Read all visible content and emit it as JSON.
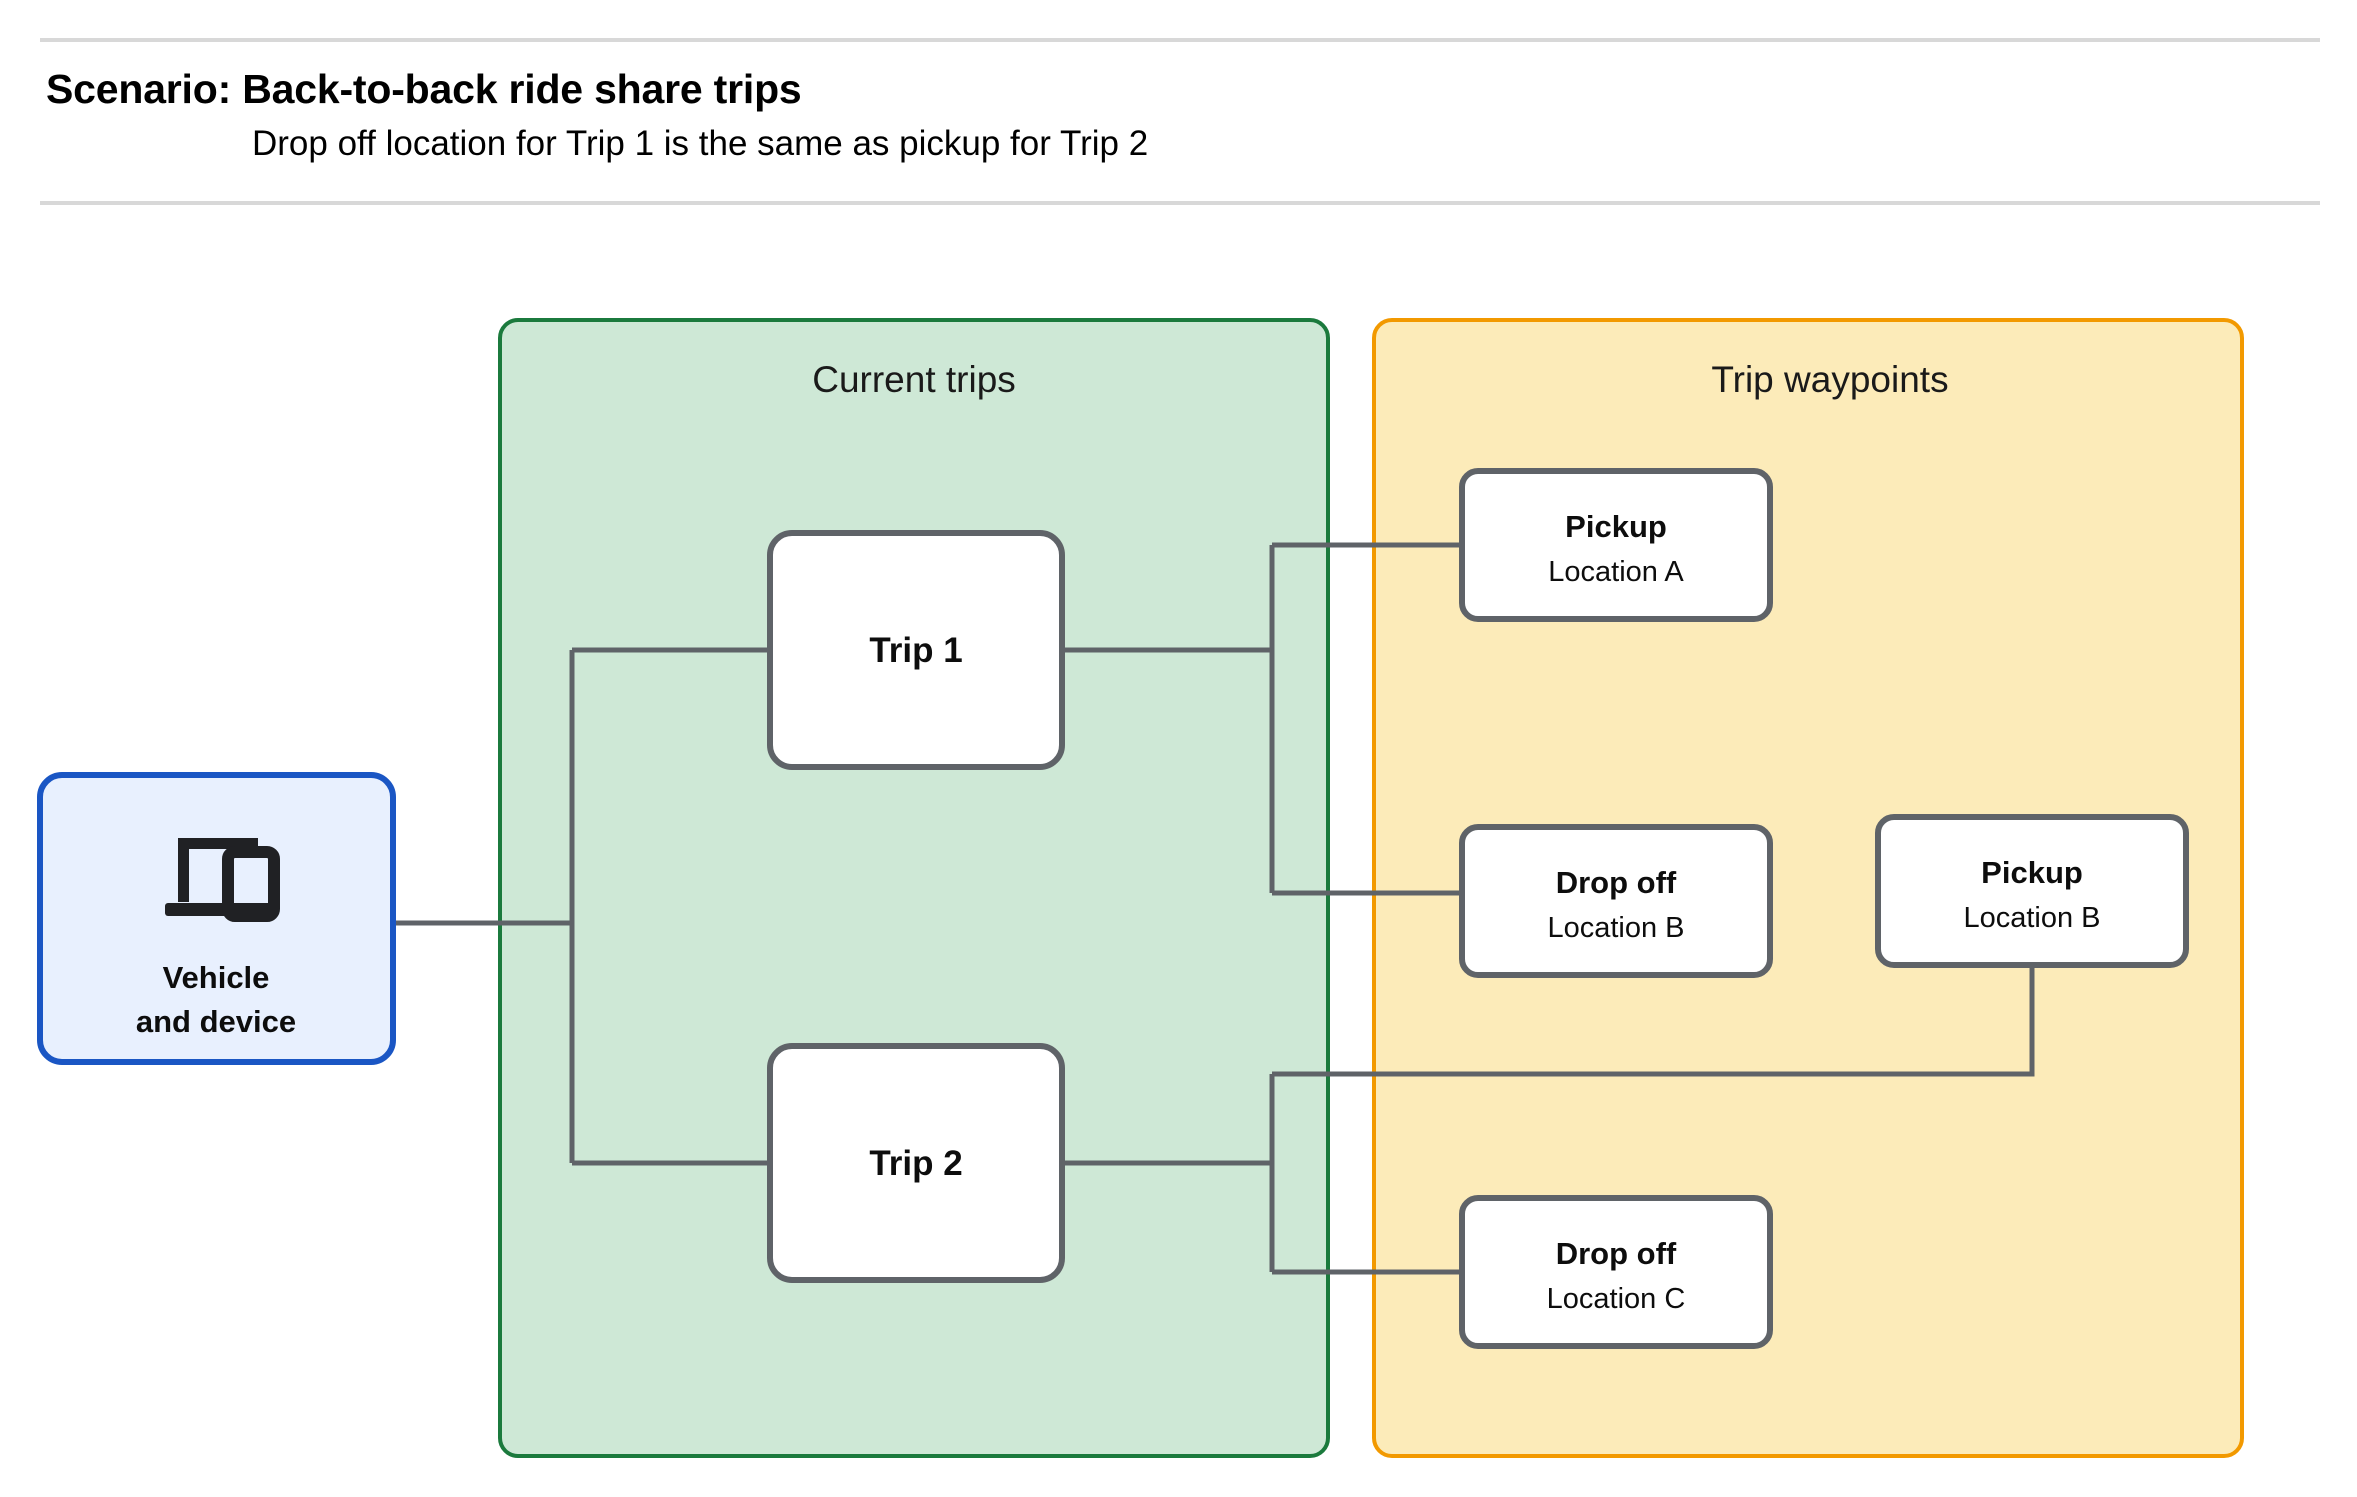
{
  "header": {
    "title": "Scenario: Back-to-back ride share trips",
    "subtitle": "Drop off  location for Trip 1 is the same as pickup for Trip 2"
  },
  "colors": {
    "vehicle_fill": "#E8F0FE",
    "vehicle_border": "#1A56C4",
    "current_trips_fill": "#CEE8D6",
    "current_trips_border": "#1B7A3D",
    "waypoints_fill": "#FCEBB9",
    "waypoints_border": "#F29900",
    "node_fill": "#FFFFFF",
    "node_border": "#5F6368",
    "edge": "#5F6368",
    "rule": "#D8D8D8",
    "text": "#0D0D0D"
  },
  "panels": [
    {
      "id": "current-trips",
      "label": "Current trips"
    },
    {
      "id": "trip-waypoints",
      "label": "Trip waypoints"
    }
  ],
  "vehicle_node": {
    "icon": "laptop-and-phone-icon",
    "line1": "Vehicle",
    "line2": "and device"
  },
  "trips": [
    {
      "id": "trip-1",
      "label": "Trip 1"
    },
    {
      "id": "trip-2",
      "label": "Trip 2"
    }
  ],
  "waypoints": [
    {
      "id": "waypoint-pickup-a",
      "type": "Pickup",
      "location": "Location A"
    },
    {
      "id": "waypoint-dropoff-b",
      "type": "Drop off",
      "location": "Location B"
    },
    {
      "id": "waypoint-pickup-b",
      "type": "Pickup",
      "location": "Location B"
    },
    {
      "id": "waypoint-dropoff-c",
      "type": "Drop off",
      "location": "Location C"
    }
  ]
}
